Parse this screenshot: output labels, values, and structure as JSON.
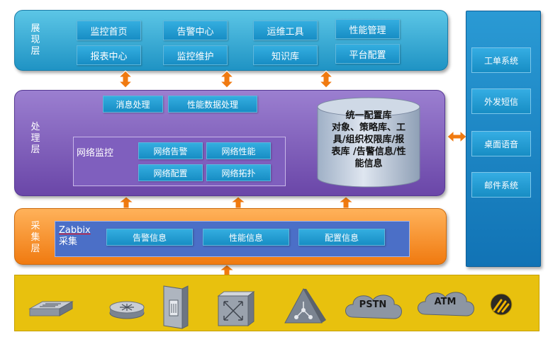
{
  "presentation": {
    "label": "展\n现\n层",
    "modules": [
      "监控首页",
      "告警中心",
      "运维工具",
      "性能管理",
      "报表中心",
      "监控维护",
      "知识库",
      "平台配置"
    ]
  },
  "processing": {
    "label": "处\n理\n层",
    "top_modules": [
      "消息处理",
      "性能数据处理"
    ],
    "network_title": "网络监控",
    "network_modules": [
      "网络告警",
      "网络性能",
      "网络配置",
      "网络拓扑"
    ],
    "config_db": {
      "line1": "统一配置库",
      "line2": "对象、策略库、工",
      "line3": "具/组织权限库/报",
      "line4": "表库 /告警信息/性",
      "line5": "能信息"
    }
  },
  "collection": {
    "label": "采\n集\n层",
    "source_line1": "Zabbix",
    "source_line2": "采集",
    "modules": [
      "告警信息",
      "性能信息",
      "配置信息"
    ]
  },
  "side_systems": [
    "工单系统",
    "外发短信",
    "桌面语音",
    "邮件系统"
  ],
  "devices": {
    "pstn": "PSTN",
    "atm": "ATM",
    "icons": [
      "switch-icon",
      "router-icon",
      "server-icon",
      "crossconnect-icon",
      "hub-icon",
      "pstn-cloud-icon",
      "atm-cloud-icon",
      "signal-icon"
    ]
  },
  "colors": {
    "presentation": "#1f93c4",
    "processing": "#6a46a8",
    "collection": "#f07a10",
    "devices": "#e8c10e",
    "arrow": "#f07a10"
  }
}
